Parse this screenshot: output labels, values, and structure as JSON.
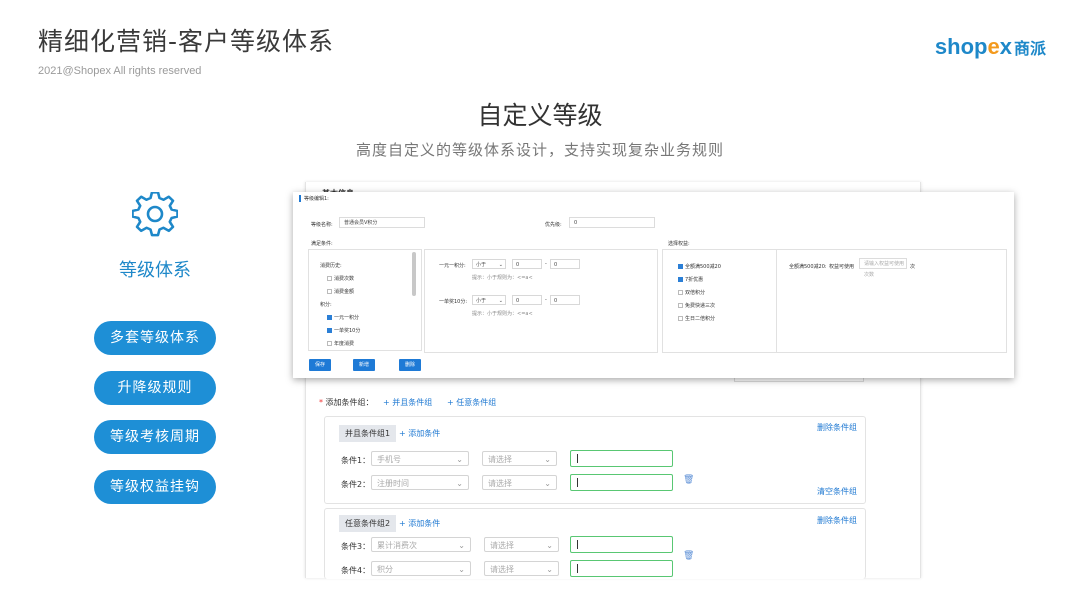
{
  "header": {
    "title": "精细化营销-客户等级体系",
    "copyright": "2021@Shopex All rights reserved",
    "logo_a": "shop",
    "logo_x": "e",
    "logo_b": "x",
    "logo_cn": "商派"
  },
  "heading": "自定义等级",
  "subheading": "高度自定义的等级体系设计，支持实现复杂业务规则",
  "feature": {
    "icon": "gear-icon",
    "title": "等级体系",
    "buttons": [
      "多套等级体系",
      "升降级规则",
      "等级考核周期",
      "等级权益挂钩"
    ]
  },
  "back_window": {
    "top_label": "基本信息",
    "add_group_label": "添加条件组：",
    "and_group_link": "+ 并且条件组",
    "or_group_link": "+ 任意条件组",
    "groups": [
      {
        "tag": "并且条件组1",
        "add_link": "+ 添加条件",
        "delete_link": "删除条件组",
        "clear_link": "清空条件组",
        "conditions": [
          {
            "label": "条件1：",
            "field": "手机号",
            "op": "请选择"
          },
          {
            "label": "条件2：",
            "field": "注册时间",
            "op": "请选择"
          }
        ]
      },
      {
        "tag": "任意条件组2",
        "add_link": "+ 添加条件",
        "delete_link": "删除条件组",
        "conditions": [
          {
            "label": "条件3：",
            "field": "累计消费次",
            "op": "请选择"
          },
          {
            "label": "条件4：",
            "field": "积分",
            "op": "请选择"
          }
        ]
      }
    ]
  },
  "front_window": {
    "section_title": "等级编辑1:",
    "name_label": "等级名称:",
    "name_value": "普通会员V积分",
    "priority_label": "优先级:",
    "priority_value": "0",
    "condition_label": "满足条件:",
    "rights_label": "选择权益:",
    "left_list": [
      {
        "text": "消费历史:",
        "checked": null
      },
      {
        "text": "消费次数",
        "checked": false
      },
      {
        "text": "消费金额",
        "checked": false
      },
      {
        "text": "积分:",
        "checked": null
      },
      {
        "text": "一元一积分",
        "checked": true
      },
      {
        "text": "一单奖10分",
        "checked": true
      },
      {
        "text": "年度消费",
        "checked": false
      }
    ],
    "rules": [
      {
        "name": "一元一积分:",
        "op": "小于",
        "v1": "0",
        "v2": "0",
        "hint": "提示：小于规则为：<=a<"
      },
      {
        "name": "一单奖10分:",
        "op": "小于",
        "v1": "0",
        "v2": "0",
        "hint": "提示：小于规则为：<=a<"
      }
    ],
    "rights_list": [
      {
        "text": "全额满500减20",
        "checked": true
      },
      {
        "text": "7折优惠",
        "checked": true
      },
      {
        "text": "双倍积分",
        "checked": false
      },
      {
        "text": "免费快递三次",
        "checked": false
      },
      {
        "text": "生日二倍积分",
        "checked": false
      }
    ],
    "right_label": "全额满500减20:",
    "right_sub": "权益可使用",
    "right_placeholder": "请输入权益可使用次数",
    "right_unit": "次",
    "buttons": [
      "保存",
      "新增",
      "删除"
    ]
  }
}
